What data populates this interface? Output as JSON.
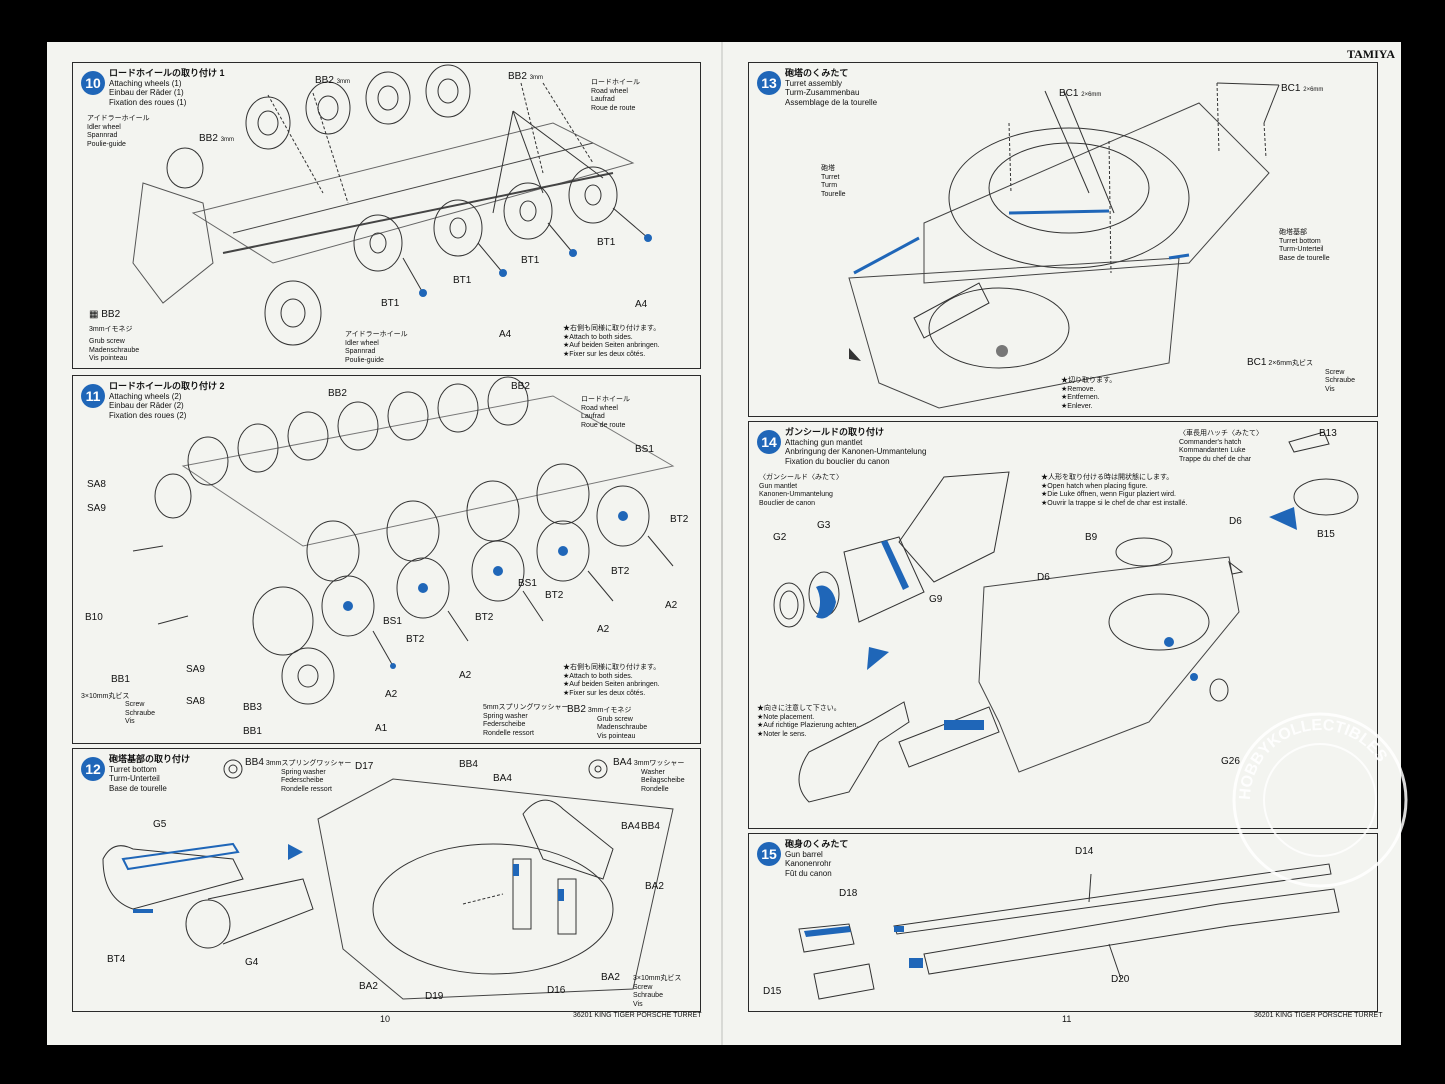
{
  "brand": "TAMIYA",
  "left_page_number": "10",
  "right_page_number": "11",
  "footer_left": "36201 KING TIGER PORSCHE TURRET",
  "footer_right": "36201 KING TIGER PORSCHE TURRET",
  "watermark_text": "HOBBYKOLLECTIBLES",
  "step10": {
    "number": "10",
    "title_jp": "ロードホイールの取り付け 1",
    "title_en": "Attaching wheels (1)",
    "title_de": "Einbau der Räder (1)",
    "title_fr": "Fixation des roues (1)",
    "idler_jp": "アイドラーホイール",
    "idler_en": "Idler wheel",
    "idler_de": "Spannrad",
    "idler_fr": "Poulie-guide",
    "idler2_jp": "アイドラーホイール",
    "idler2_en": "Idler wheel",
    "idler2_de": "Spannrad",
    "idler2_fr": "Poulie-guide",
    "road_jp": "ロードホイール",
    "road_en": "Road wheel",
    "road_de": "Laufrad",
    "road_fr": "Roue de route",
    "bb2_a": "BB2",
    "bb2_b": "BB2",
    "bb2_c": "BB2",
    "mm": "3mm",
    "bt1_a": "BT1",
    "bt1_b": "BT1",
    "bt1_c": "BT1",
    "bt1_d": "BT1",
    "a4_a": "A4",
    "a4_b": "A4",
    "part_bb2": "BB2",
    "part_bb2_jp": "3mmイモネジ",
    "part_bb2_en": "Grub screw",
    "part_bb2_de": "Madenschraube",
    "part_bb2_fr": "Vis pointeau",
    "note_jp": "★右側も同様に取り付けます。",
    "note_en": "★Attach to both sides.",
    "note_de": "★Auf beiden Seiten anbringen.",
    "note_fr": "★Fixer sur les deux côtés."
  },
  "step11": {
    "number": "11",
    "title_jp": "ロードホイールの取り付け 2",
    "title_en": "Attaching wheels (2)",
    "title_de": "Einbau der Räder (2)",
    "title_fr": "Fixation des roues (2)",
    "road_jp": "ロードホイール",
    "road_en": "Road wheel",
    "road_de": "Laufrad",
    "road_fr": "Roue de route",
    "labels": [
      "BB2",
      "BB2",
      "BS1",
      "SA8",
      "SA9",
      "BT2",
      "B10",
      "BS1",
      "BT2",
      "BS1",
      "BT2",
      "BT2",
      "BT2",
      "A2",
      "A2",
      "A2",
      "SA9",
      "A2",
      "SA8",
      "BB3",
      "BB1",
      "A1"
    ],
    "part_bb1": "BB1",
    "part_bb1_size": "3×10mm丸ビス",
    "part_bb1_en": "Screw",
    "part_bb1_de": "Schraube",
    "part_bb1_fr": "Vis",
    "part_bb3": "BB3",
    "part_bb3_jp": "5mmスプリングワッシャー",
    "part_bb3_en": "Spring washer",
    "part_bb3_de": "Federscheibe",
    "part_bb3_fr": "Rondelle ressort",
    "part_bb2": "BB2",
    "part_bb2_jp": "3mmイモネジ",
    "part_bb2_en": "Grub screw",
    "part_bb2_de": "Madenschraube",
    "part_bb2_fr": "Vis pointeau",
    "note_jp": "★右側も同様に取り付けます。",
    "note_en": "★Attach to both sides.",
    "note_de": "★Auf beiden Seiten anbringen.",
    "note_fr": "★Fixer sur les deux côtés."
  },
  "step12": {
    "number": "12",
    "title_jp": "砲塔基部の取り付け",
    "title_en": "Turret bottom",
    "title_de": "Turm-Unterteil",
    "title_fr": "Base de tourelle",
    "part_bb4": "BB4",
    "part_bb4_jp": "3mmスプリングワッシャー",
    "part_bb4_en": "Spring washer",
    "part_bb4_de": "Federscheibe",
    "part_bb4_fr": "Rondelle ressort",
    "part_ba4": "BA4",
    "part_ba4_jp": "3mmワッシャー",
    "part_ba4_en": "Washer",
    "part_ba4_de": "Beilagscheibe",
    "part_ba4_fr": "Rondelle",
    "part_ba2": "BA2",
    "part_ba2_size": "3×10mm丸ビス",
    "part_ba2_en": "Screw",
    "part_ba2_de": "Schraube",
    "part_ba2_fr": "Vis",
    "labels": [
      "G5",
      "D17",
      "BB4",
      "BA4",
      "BA4",
      "BB4",
      "BA2",
      "BT4",
      "G4",
      "BA2",
      "D19",
      "D16"
    ]
  },
  "step13": {
    "number": "13",
    "title_jp": "砲塔のくみたて",
    "title_en": "Turret assembly",
    "title_de": "Turm-Zusammenbau",
    "title_fr": "Assemblage de la tourelle",
    "turret_jp": "砲塔",
    "turret_en": "Turret",
    "turret_de": "Turm",
    "turret_fr": "Tourelle",
    "bottom_jp": "砲塔基部",
    "bottom_en": "Turret bottom",
    "bottom_de": "Turm-Unterteil",
    "bottom_fr": "Base de tourelle",
    "bc1_a": "BC1",
    "bc1_b": "BC1",
    "bc1_size": "2×6mm",
    "part_bc1": "BC1",
    "part_bc1_size": "2×6mm丸ビス",
    "part_bc1_en": "Screw",
    "part_bc1_de": "Schraube",
    "part_bc1_fr": "Vis",
    "note_jp": "★切り取ります。",
    "note_en": "★Remove.",
    "note_de": "★Entfernen.",
    "note_fr": "★Enlever."
  },
  "step14": {
    "number": "14",
    "title_jp": "ガンシールドの取り付け",
    "title_en": "Attaching gun mantlet",
    "title_de": "Anbringung der Kanonen-Ummantelung",
    "title_fr": "Fixation du bouclier du canon",
    "mantlet_jp": "〈ガンシールド〈みたて〉",
    "mantlet_en": "Gun mantlet",
    "mantlet_de": "Kanonen-Ummantelung",
    "mantlet_fr": "Bouclier de canon",
    "hatch_jp": "〈車長用ハッチ〈みたて〉",
    "hatch_en": "Commander's hatch",
    "hatch_de": "Kommandanten Luke",
    "hatch_fr": "Trappe du chef de char",
    "hatch_note_jp": "★人形を取り付ける時は開状態にします。",
    "hatch_note_en": "★Open hatch when placing figure.",
    "hatch_note_de": "★Die Luke öffnen, wenn Figur plaziert wird.",
    "hatch_note_fr": "★Ouvrir la trappe si le chef de char est installé.",
    "place_note_jp": "★向きに注意して下さい。",
    "place_note_en": "★Note placement.",
    "place_note_de": "★Auf richtige Plazierung achten.",
    "place_note_fr": "★Noter le sens.",
    "labels": [
      "G2",
      "G3",
      "G9",
      "B9",
      "D6",
      "D6",
      "B13",
      "B15",
      "G26"
    ]
  },
  "step15": {
    "number": "15",
    "title_jp": "砲身のくみたて",
    "title_en": "Gun barrel",
    "title_de": "Kanonenrohr",
    "title_fr": "Fût du canon",
    "labels": [
      "D14",
      "D18",
      "D15",
      "D20"
    ]
  },
  "colors": {
    "accent": "#1f66b8",
    "paper": "#f3f4f0",
    "ink": "#1b1b1b"
  }
}
